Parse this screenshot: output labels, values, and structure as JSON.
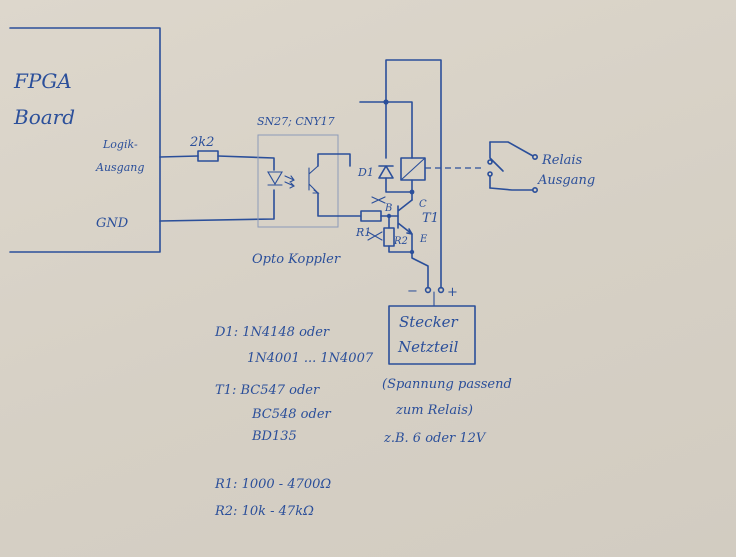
{
  "fpga": {
    "line1": "FPGA",
    "line2": "Board"
  },
  "fpga_pins": {
    "logic_line1": "Logik-",
    "logic_line2": "Ausgang",
    "gnd": "GND"
  },
  "resistor_in": {
    "value": "2k2"
  },
  "optocoupler": {
    "part_label": "SN27; CNY17",
    "caption": "Opto Koppler"
  },
  "relay": {
    "d1_label": "D1",
    "output_line1": "Relais",
    "output_line2": "Ausgang"
  },
  "transistor": {
    "t1_label": "T1",
    "pin_b": "B",
    "pin_c": "C",
    "pin_e": "E",
    "r1_label": "R1",
    "r2_label": "R2"
  },
  "power": {
    "minus": "−",
    "plus": "+",
    "box_line1": "Stecker",
    "box_line2": "Netzteil",
    "note_line1": "(Spannung passend",
    "note_line2": "zum Relais)",
    "note_line3": "z.B. 6 oder 12V"
  },
  "parts_list": {
    "d1_line1": "D1: 1N4148 oder",
    "d1_line2": "1N4001 ... 1N4007",
    "t1_line1": "T1: BC547 oder",
    "t1_line2": "BC548 oder",
    "t1_line3": "BD135",
    "r1": "R1: 1000 - 4700Ω",
    "r2": "R2: 10k - 47kΩ"
  },
  "colors": {
    "ink": "#2b4f9a",
    "paper": "#d9d3c8"
  }
}
